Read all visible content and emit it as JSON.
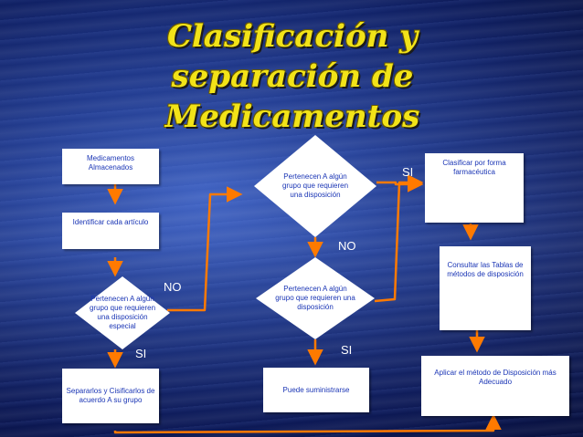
{
  "title": {
    "line1": "Clasificación y",
    "line2": "separación de",
    "line3": "Medicamentos"
  },
  "nodes": {
    "medicamentos_almacenados": "Medicamentos Almacenados",
    "identificar_cada_articulo": "Identificar cada artículo",
    "decision_especial": "Pertenecen A algún grupo que requieren una disposición especial",
    "separarlos": "Separarlos y Cisificarlos de acuerdo A su grupo",
    "decision_top": "Pertenecen A algún grupo que requieren una disposición",
    "decision_mid": "Pertenecen A algún grupo que requieren una disposición",
    "puede_suministrarse": "Puede suministrarse",
    "clasificar_por_forma": "Clasificar por forma farmacéutica",
    "consultar_tablas": "Consultar las Tablas de métodos de disposición",
    "aplicar_metodo": "Aplicar el método de Disposición más Adecuado"
  },
  "labels": {
    "si_top": "SI",
    "no_top": "NO",
    "no_left": "NO",
    "si_left": "SI",
    "si_mid": "SI"
  },
  "colors": {
    "arrow": "#ff7a00",
    "node_text": "#1a35b5",
    "title": "#f2e318"
  }
}
